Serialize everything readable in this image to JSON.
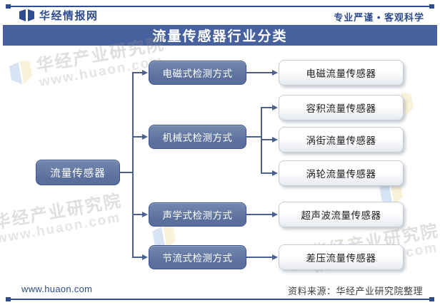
{
  "colors": {
    "brand": "#2E4C8F",
    "title_bar_bg": "#47619E",
    "node_blue_top": "#7389AE",
    "node_blue_bottom": "#5A6F9C",
    "node_blue_border": "#3E5490",
    "connector": "#4A6090",
    "sensor_border": "#C5CDD9",
    "source_text": "#3D3D3D"
  },
  "header": {
    "site_name": "华经情报网",
    "tagline": "专业严谨 • 客观科学",
    "logo_icon": "huaon-book-logo"
  },
  "title": "流量传感器行业分类",
  "diagram": {
    "root": "流量传感器",
    "branches": [
      {
        "method": "电磁式检测方式",
        "sensors": [
          "电磁流量传感器"
        ]
      },
      {
        "method": "机械式检测方式",
        "sensors": [
          "容积流量传感器",
          "涡街流量传感器",
          "涡轮流量传感器"
        ]
      },
      {
        "method": "声学式检测方式",
        "sensors": [
          "超声波流量传感器"
        ]
      },
      {
        "method": "节流式检测方式",
        "sensors": [
          "差压流量传感器"
        ]
      }
    ]
  },
  "watermark": {
    "line1": "华经产业研究院",
    "line2": "www.huaon.com"
  },
  "footer": {
    "website": "www.huaon.com",
    "source": "资料来源：华经产业研究院整理"
  }
}
